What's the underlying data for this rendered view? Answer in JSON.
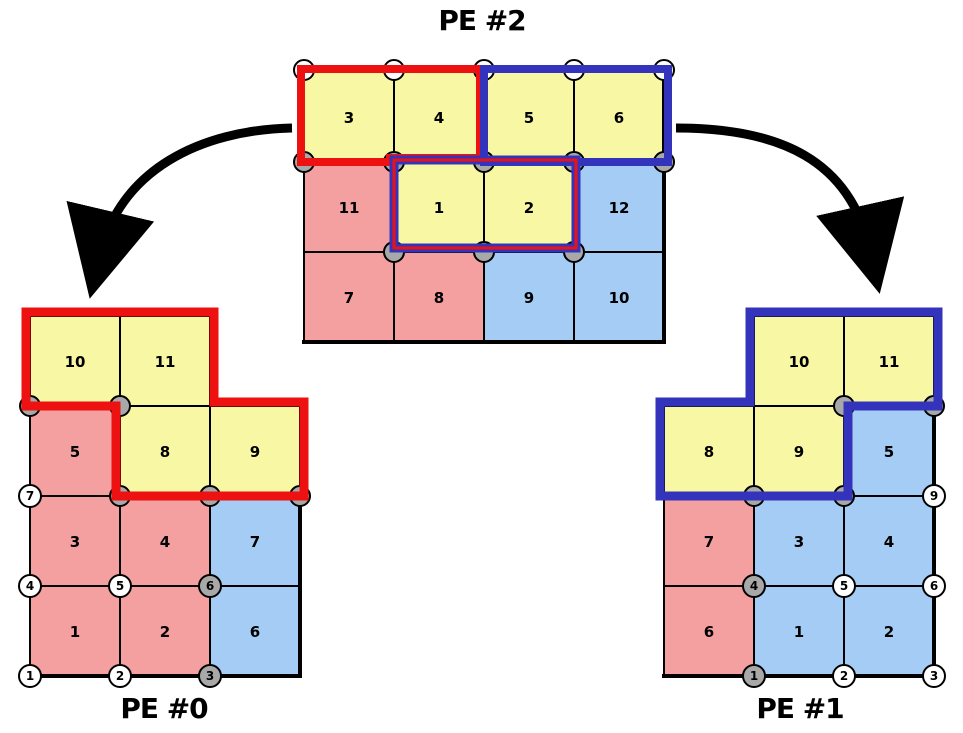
{
  "colors": {
    "pink": "#f4a0a0",
    "blue": "#a4ccf4",
    "yellow": "#f8f8a4",
    "red_outline": "#ee1111",
    "blue_outline": "#3333bb",
    "node_gray": "#a8a8a8",
    "node_white": "#ffffff"
  },
  "labels": {
    "pe2": "PE #2",
    "pe0": "PE #0",
    "pe1": "PE #1"
  },
  "pe2": {
    "row1": [
      "3",
      "4",
      "5",
      "6"
    ],
    "row2": [
      "11",
      "1",
      "2",
      "12"
    ],
    "row3": [
      "7",
      "8",
      "9",
      "10"
    ]
  },
  "pe0": {
    "row1": [
      "10",
      "11"
    ],
    "row2": [
      "5",
      "8",
      "9"
    ],
    "row3": [
      "3",
      "4",
      "7"
    ],
    "row4": [
      "1",
      "2",
      "6"
    ],
    "nodes": [
      "7",
      "4",
      "5",
      "6",
      "1",
      "2",
      "3"
    ]
  },
  "pe1": {
    "row1": [
      "10",
      "11"
    ],
    "row2": [
      "8",
      "9",
      "5"
    ],
    "row3": [
      "7",
      "3",
      "4"
    ],
    "row4": [
      "6",
      "1",
      "2"
    ],
    "nodes": [
      "9",
      "4",
      "5",
      "6",
      "1",
      "2",
      "3"
    ]
  }
}
